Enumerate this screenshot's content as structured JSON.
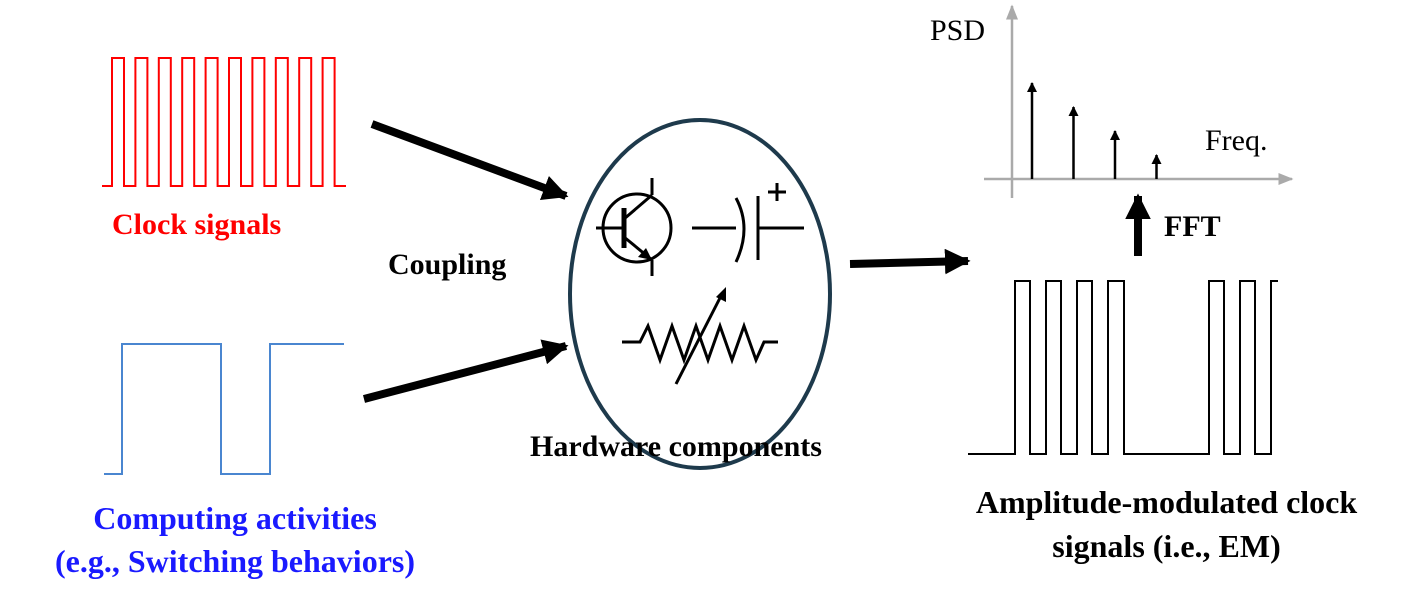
{
  "labels": {
    "clock": "Clock signals",
    "computing_line1": "Computing activities",
    "computing_line2": "(e.g., Switching behaviors)",
    "coupling": "Coupling",
    "hardware": "Hardware components",
    "fft": "FFT",
    "output_line1": "Amplitude-modulated clock",
    "output_line2": "signals (i.e., EM)",
    "psd_axis": "PSD",
    "freq_axis": "Freq."
  },
  "colors": {
    "clock": "#ff0000",
    "computing_text": "#1a1aff",
    "computing_wave": "#4a86d0",
    "ink": "#000000",
    "axis": "#aaaaaa",
    "circle_stroke": "#1e3a4c"
  },
  "spectrum": {
    "peaks_relative": [
      1.0,
      0.75,
      0.5,
      0.25
    ]
  }
}
